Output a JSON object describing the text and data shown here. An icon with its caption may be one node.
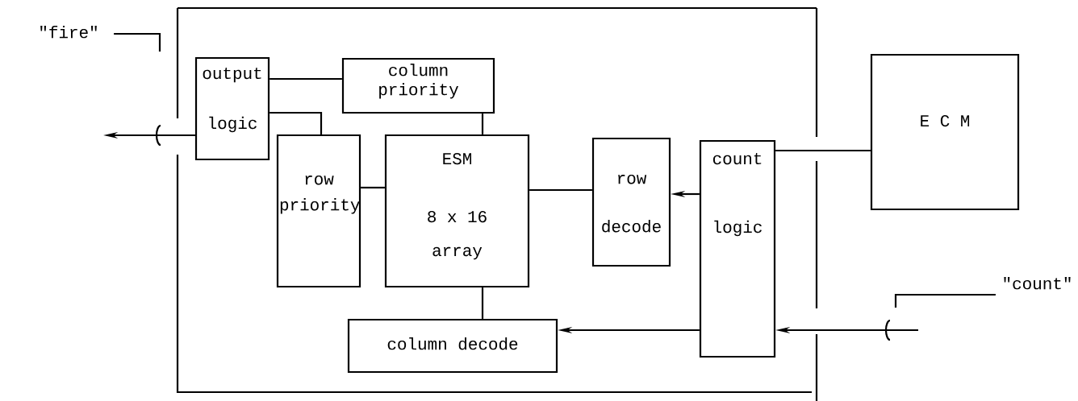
{
  "diagram": {
    "nodes": [
      {
        "text": [],
        "shape": "box"
      },
      {
        "text": [
          "output logic"
        ],
        "in": 0
      },
      {
        "text": [
          "column priority"
        ],
        "in": 0
      },
      {
        "text": [
          "row priority"
        ],
        "in": 0
      },
      {
        "text": [
          "ESM",
          "8 x 16 array"
        ],
        "in": 0
      },
      {
        "text": [
          "row decode"
        ],
        "in": 0
      },
      {
        "text": [
          "column decode"
        ],
        "in": 0
      },
      {
        "text": [
          "count logic"
        ],
        "in": 0
      },
      {
        "text": [
          "E C M"
        ]
      },
      {
        "text": [
          "\"fire\""
        ]
      },
      {
        "text": [
          "\"count\""
        ]
      }
    ],
    "edges": [
      {
        "from": 1,
        "to": null,
        "arrow": "to"
      },
      {
        "from": 1,
        "to": 2,
        "arrow": "none"
      },
      {
        "from": 1,
        "to": 3,
        "arrow": "none"
      },
      {
        "from": 2,
        "to": 4,
        "arrow": "none"
      },
      {
        "from": 3,
        "to": 4,
        "arrow": "none"
      },
      {
        "from": 7,
        "to": 5,
        "arrow": "to"
      },
      {
        "from": 5,
        "to": 4,
        "arrow": "none"
      },
      {
        "from": 4,
        "to": 6,
        "arrow": "none"
      },
      {
        "from": 7,
        "to": 6,
        "arrow": "to"
      },
      {
        "from": 7,
        "to": 8,
        "arrow": "none"
      },
      {
        "from": null,
        "to": 7,
        "arrow": "to"
      },
      {
        "from": 9,
        "to": null,
        "arrow": "none"
      },
      {
        "from": 10,
        "to": null,
        "arrow": "none"
      }
    ]
  }
}
